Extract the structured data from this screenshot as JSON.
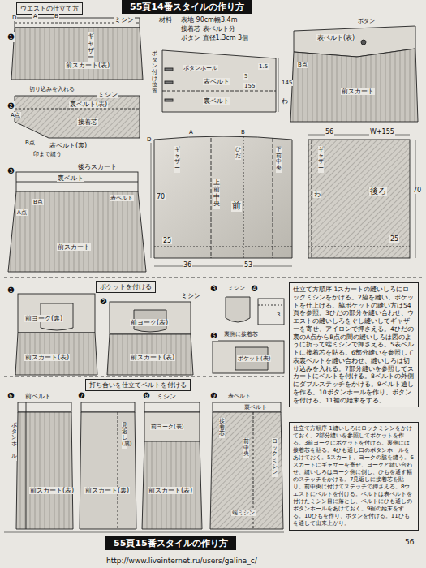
{
  "diagram": {
    "nodes": [
      {
        "text": [
          "55頁14番スタイルの作り方"
        ]
      },
      {
        "text": [
          "ウエストの仕立て方"
        ]
      },
      {
        "text": [
          "ポケットを付ける"
        ]
      },
      {
        "text": [
          "仕立て方順序 1スカートの縫いしろにロックミシンをかける。2脇を縫い、ポケットを仕上げる。脇ポケットの縫い方は54頁を参照。3ひだの部分を縫い合わせ、ウエストの縫いしろをぐし縫いしてギャザーを寄せ、アイロンで押さえる。4ひだの裏のA点からB点の間の縫いしろは図のように折って端ミシンで押さえる。5表ベルトに接着芯を貼る。6部分縫いを参照して表裏ベルトを縫い合わせ、縫いしろは切り込みを入れる。7部分縫いを参照してスカートにベルトを付ける。8ベルトの外側にダブルステッチをかける。9ベルト通しを作る。10ボタンホールを作り、ボタンを付ける。11裾の始末をする。"
        ]
      },
      {
        "text": [
          "打ち合いを仕立てベルトを付ける"
        ]
      },
      {
        "text": [
          "仕立て方順序 1縫いしろにロックミシンをかけておく。2部分縫いを参照してポケットを作る。3前ヨークにポケットを付ける。裏側には接着芯を貼る。4ひも通し口のボタンホールをあけておく。5スカート、ヨークの脇を縫う。6スカートにギャザーを寄せ、ヨークと縫い合わせ、縫いしろはヨーク側に倒し、ひもを通す幅のステッチをかける。7見返しに接着芯を貼り、前中央に付けてステッチで押さえる。8ウエストにベルトを付ける。ベルトは表ベルトを付けたミシン目に落とし、ベルトにひも通しのボタンホールをあけておく。9裾の始末をする。10ひもを作り、ボタンを付ける。11ひもを通して出来上がり。"
        ]
      },
      {
        "text": [
          "55頁15番スタイルの作り方"
        ]
      }
    ],
    "labels": [
      "❶",
      "D",
      "A",
      "B",
      "ギャザー",
      "ミシン",
      "前スカート(表)",
      "❷",
      "切り込みを入れる",
      "ミシン",
      "裏ベルト(表)",
      "接着芯",
      "A点",
      "B点",
      "表ベルト(裏)",
      "印まで縫う",
      "❸",
      "後ろスカート",
      "表ベルト",
      "裏ベルト",
      "B点",
      "A点",
      "前スカート",
      "材料",
      "表地 90cm幅3.4m",
      "接着芯 表ベルト分",
      "ボタン 直径1.3cm 3個",
      "ボタン付け位置",
      "ボタンホール",
      "表ベルト",
      "裏ベルト",
      "5",
      "155",
      "1.5",
      "145",
      "わ",
      "表ベルト(表)",
      "ボタン",
      "B点",
      "前スカート",
      "D",
      "A",
      "B",
      "ギャザー",
      "ひだ",
      "下前中央",
      "上前中央",
      "前",
      "70",
      "25",
      "36",
      "53",
      "56",
      "W+155",
      "ギャザー",
      "わ",
      "後ろ",
      "70",
      "25",
      "❶",
      "前ヨーク(裏)",
      "前スカート(表)",
      "❷",
      "ミシン",
      "前ヨーク(表)",
      "前スカート(表)",
      "❸",
      "ミシン",
      "❹",
      "3",
      "❺",
      "裏側に接着芯",
      "ポケット(表)",
      "❻",
      "前ベルト",
      "ボタンホール",
      "前スカート(表)",
      "❼",
      "前スカート(裏)",
      "見返し(裏)",
      "❽",
      "ミシン",
      "前ヨーク(表)",
      "前スカート(表)",
      "❾",
      "接着芯",
      "ロックミシン",
      "端ミシン",
      "前中央",
      "表ベルト",
      "裏ベルト",
      "56",
      "http://www.liveinternet.ru/users/galina_c/"
    ]
  }
}
